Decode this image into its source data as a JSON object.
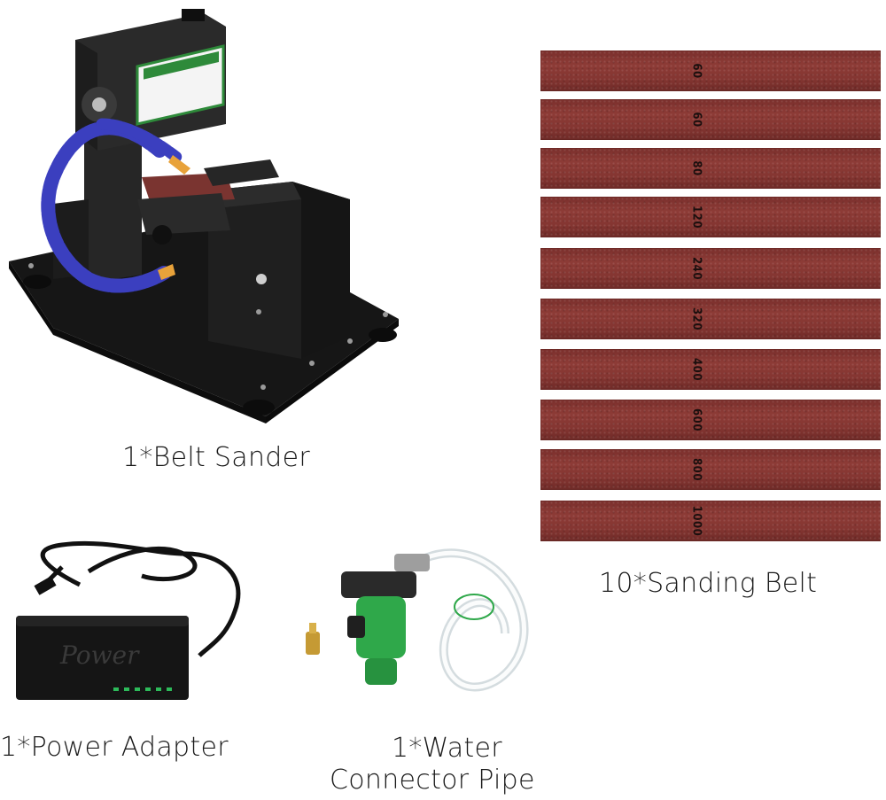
{
  "captions": {
    "belt_sander": "1*Belt Sander",
    "sanding_belt": "10*Sanding Belt",
    "power_adapter": "1*Power Adapter",
    "water_pipe_line1": "1*Water",
    "water_pipe_line2": "Connector Pipe"
  },
  "adapter_text": "Power",
  "belt_grits": [
    "60",
    "60",
    "80",
    "120",
    "240",
    "320",
    "400",
    "600",
    "800",
    "1000"
  ],
  "colors": {
    "belt": "#843531",
    "machine": "#1f1f1f",
    "hose": "#3b3fbf",
    "connector": "#2fa84a"
  }
}
